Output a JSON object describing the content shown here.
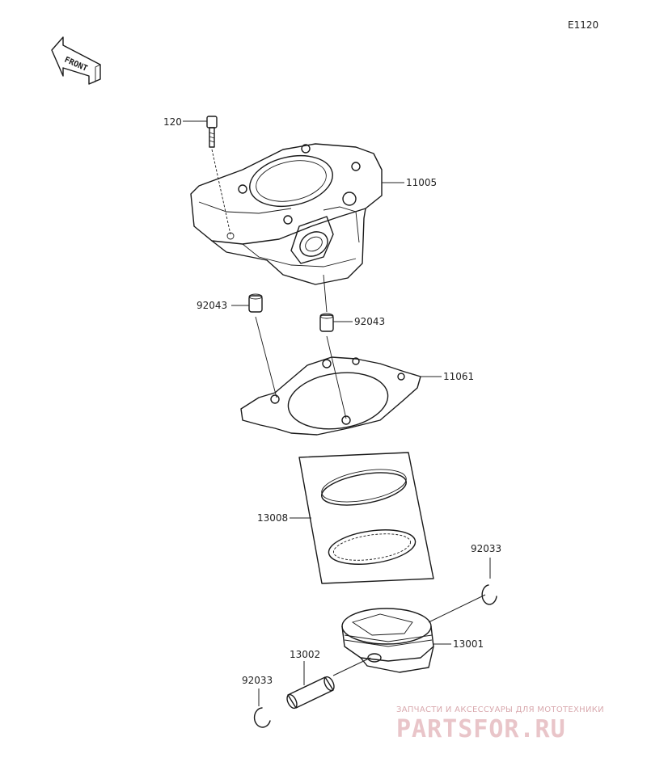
{
  "diagram_code": "E1120",
  "front_label": "FRONT",
  "parts": {
    "bolt": "120",
    "cylinder": "11005",
    "dowel_left": "92043",
    "dowel_right": "92043",
    "gasket": "11061",
    "ring_set": "13008",
    "circlip_right": "92033",
    "piston": "13001",
    "pin": "13002",
    "circlip_left": "92033"
  },
  "watermark": {
    "tagline": "ЗАПЧАСТИ И АКСЕССУАРЫ ДЛЯ МОТОТЕХНИКИ",
    "brand": "PARTSFOR.RU"
  }
}
